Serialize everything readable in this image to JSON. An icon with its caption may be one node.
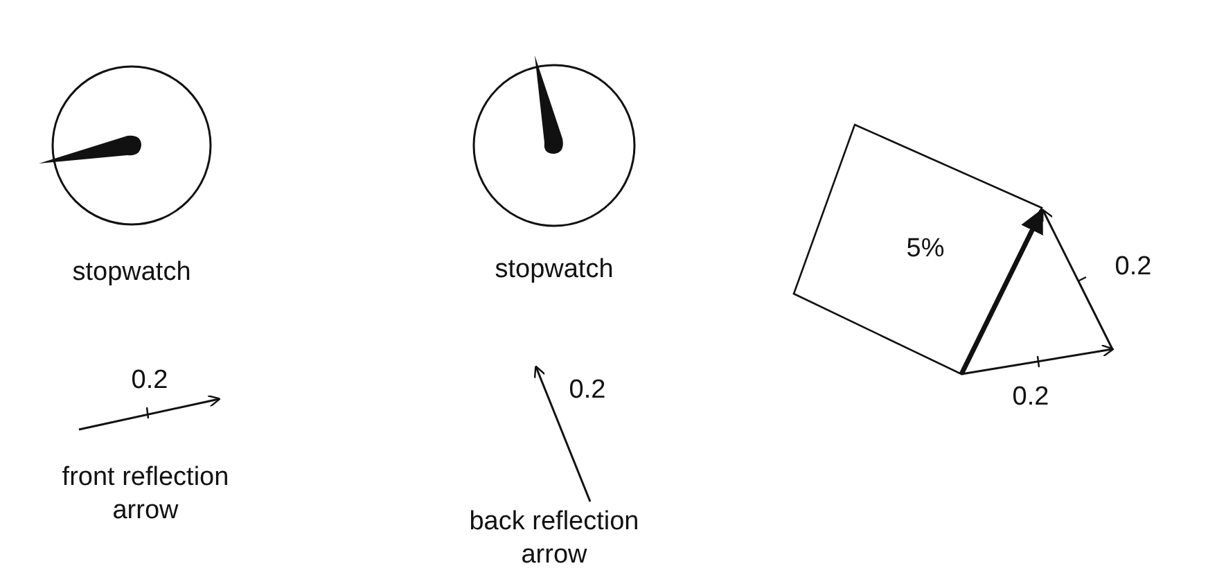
{
  "diagram": {
    "labels": [
      "stopwatch",
      "stopwatch",
      "5%",
      "0.2",
      "0.2",
      "0.2",
      "0.2",
      "front reflection arrow",
      "back reflection arrow"
    ]
  }
}
